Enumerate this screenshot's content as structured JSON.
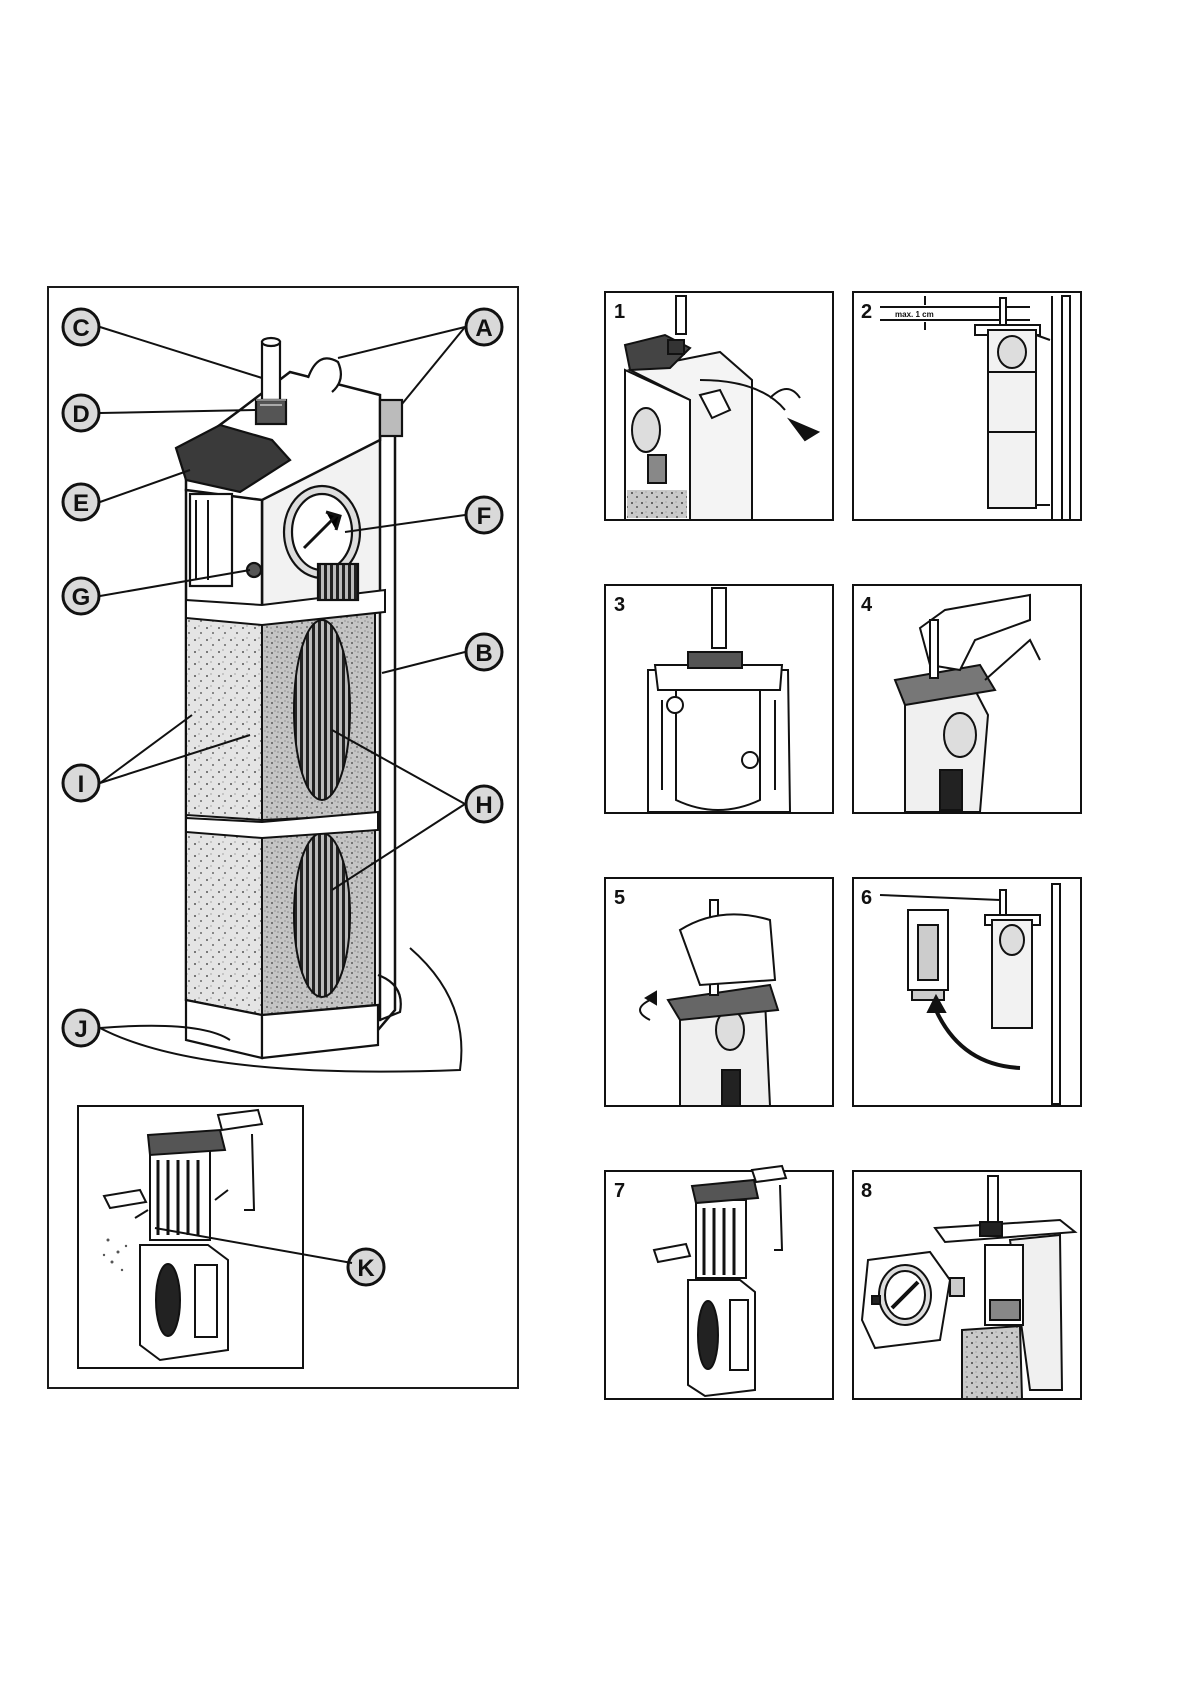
{
  "callouts": [
    "A",
    "B",
    "C",
    "D",
    "E",
    "F",
    "G",
    "H",
    "I",
    "J",
    "K"
  ],
  "steps": [
    "1",
    "2",
    "3",
    "4",
    "5",
    "6",
    "7",
    "8"
  ],
  "step2_note": "max. 1 cm",
  "colors": {
    "line": "#111111",
    "media": "#bdbdbd",
    "dark": "#2b2b2b",
    "paper": "#ffffff"
  }
}
